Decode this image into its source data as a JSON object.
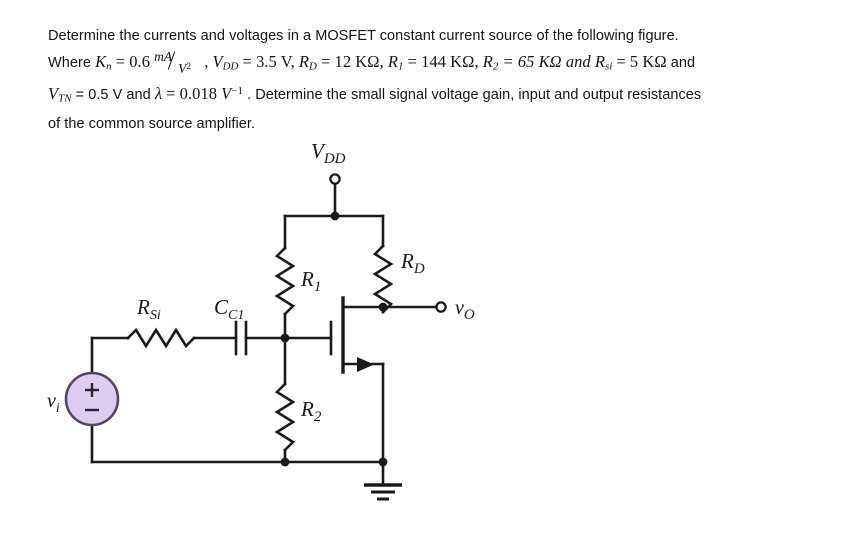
{
  "problem": {
    "line1": "Determine the currents and voltages in a MOSFET constant current source of the following figure.",
    "line2_prefix": "Where",
    "line2_kn": "K",
    "line2_kn_sub": "n",
    "line2_eq1": "= 0.6",
    "line2_frac_num": "mA",
    "line2_frac_den": "V",
    "line2_frac_den_sup": "2",
    "line2_comma1": ",",
    "line2_vdd": "V",
    "line2_vdd_sub": "DD",
    "line2_vdd_val": "= 3.5 V,",
    "line2_rd": "R",
    "line2_rd_sub": "D",
    "line2_rd_val": "= 12 KΩ,",
    "line2_r1": "R",
    "line2_r1_sub": "1",
    "line2_r1_val": "= 144 KΩ,",
    "line2_r2": "R",
    "line2_r2_sub": "2",
    "line2_r2_val": "= 65 KΩ and",
    "line2_rsi": "R",
    "line2_rsi_sub": "si",
    "line2_rsi_val": "= 5 KΩ",
    "line2_suffix": "and",
    "line3_vtn": "V",
    "line3_vtn_sub": "TN",
    "line3_vtn_val": "= 0.5 V and",
    "line3_lambda": "λ",
    "line3_lambda_val": "= 0.018",
    "line3_lambda_unit": "V",
    "line3_lambda_unit_sup": "−1",
    "line3_rest": ". Determine the small signal voltage gain, input and output resistances",
    "line4": "of the common source amplifier."
  },
  "circuit": {
    "labels": {
      "vdd": "V",
      "vdd_sub": "DD",
      "r1": "R",
      "r1_sub": "1",
      "rd": "R",
      "rd_sub": "D",
      "r2": "R",
      "r2_sub": "2",
      "rsi": "R",
      "rsi_sub": "Si",
      "cc1": "C",
      "cc1_sub": "C1",
      "vo": "v",
      "vo_sub": "O",
      "vi": "v",
      "vi_sub": "i",
      "source_plus": "+",
      "source_minus": "−"
    },
    "colors": {
      "wire": "#1a1a1a",
      "source_fill": "#ddcdf0",
      "source_stroke": "#554466"
    }
  }
}
